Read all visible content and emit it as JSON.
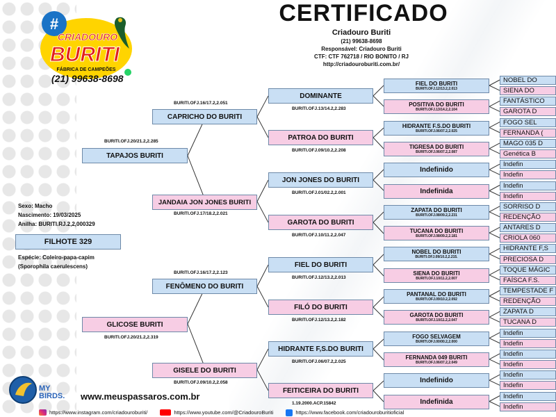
{
  "title": "CERTIFICADO",
  "breeder": {
    "name": "Criadouro Buriti",
    "phone": "(21) 99638-8698",
    "responsible": "Responsável: Criadouro Buriti",
    "ctf": "CTF: CTF 762718 / RIO BONITO / RJ",
    "site": "http://criadouroburiti.com.br/"
  },
  "logo": {
    "top": "CRIADOURO",
    "main": "BURITI",
    "tagline": "FÁBRICA DE CAMPEÕES",
    "phone": "(21) 99638-8698",
    "hash": "#"
  },
  "subject": {
    "sex": "Sexo: Macho",
    "birth": "Nascimento: 19/03/2025",
    "ring": "Anilha: BURITI.RJ.2,2,000329",
    "name": "FILHOTE 329",
    "species": "Espécie: Coleiro-papa-capim",
    "scientific": "(Sporophila caerulescens)"
  },
  "gen1": [
    {
      "name": "TAPAJOS BURITI",
      "code": "BURITI.OFJ.20/21.2,2.285",
      "sex": "m"
    },
    {
      "name": "GLICOSE BURITI",
      "code": "BURITI.OFJ.20/21.2,2.319",
      "sex": "f"
    }
  ],
  "gen2": [
    {
      "name": "CAPRICHO DO BURITI",
      "code": "BURITI.OFJ.16/17.2,2.051",
      "sex": "m"
    },
    {
      "name": "JANDAIA JON JONES BURITI",
      "code": "BURITI.OFJ.17/18.2,2.021",
      "sex": "f"
    },
    {
      "name": "FENÔMENO DO BURITI",
      "code": "BURITI.OFJ.16/17.2,2.123",
      "sex": "m"
    },
    {
      "name": "GISELE DO BURITI",
      "code": "BURITI.OFJ.09/10.2,2.058",
      "sex": "f"
    }
  ],
  "gen3": [
    {
      "name": "DOMINANTE",
      "code": "BURITI.OFJ.13/14.2,2.283",
      "sex": "m"
    },
    {
      "name": "PATROA DO BURITI",
      "code": "BURITI.OFJ.09/10.2,2.208",
      "sex": "f"
    },
    {
      "name": "JON JONES DO BURITI",
      "code": "BURITI.OFJ.01/02.2,2.001",
      "sex": "m"
    },
    {
      "name": "GAROTA DO BURITI",
      "code": "BURITI.OFJ.10/11.2,2.047",
      "sex": "f"
    },
    {
      "name": "FIEL DO BURITI",
      "code": "BURITI.OFJ.12/13.2,2.013",
      "sex": "m"
    },
    {
      "name": "FILÓ DO BURITI",
      "code": "BURITI.OFJ.12/13.2,2.182",
      "sex": "f"
    },
    {
      "name": "HIDRANTE F,S.DO BURITI",
      "code": "BURITI.OFJ.06/07.2,2.025",
      "sex": "m"
    },
    {
      "name": "FEITICEIRA DO BURITI",
      "code": "1.19.2000.ACP.15842",
      "sex": "f"
    }
  ],
  "gen4": [
    {
      "name": "FIEL DO BURITI",
      "code": "BURITI.OFJ.12/13.2,2.013",
      "sex": "m"
    },
    {
      "name": "POSITIVA DO BURITI",
      "code": "BURITI.OFJ.13/14.2,2.104",
      "sex": "f"
    },
    {
      "name": "HIDRANTE F.S.DO BURITI",
      "code": "BURITI.OFJ.06/07.2,2.025",
      "sex": "m"
    },
    {
      "name": "TIGRESA DO BURITI",
      "code": "BURITI.OFJ.06/07.2,2.087",
      "sex": "f"
    },
    {
      "name": "Indefinido",
      "code": "",
      "sex": "m"
    },
    {
      "name": "Indefinida",
      "code": "",
      "sex": "f"
    },
    {
      "name": "ZAPATA DO BURITI",
      "code": "BURITI.OFJ.08/09.2,2.231",
      "sex": "m"
    },
    {
      "name": "TUCANA DO BURITI",
      "code": "BURITI.OFJ.08/09.2,2.181",
      "sex": "f"
    },
    {
      "name": "NOBEL DO BURITI",
      "code": "BURITI.OFJ.09/10.2,2.215.",
      "sex": "m"
    },
    {
      "name": "SIENA DO BURITI",
      "code": "BURITI.OFJ.10/11.2,2.007",
      "sex": "f"
    },
    {
      "name": "PANTANAL DO BURITI",
      "code": "BURITI.OFJ.09/10.2,2.092",
      "sex": "m"
    },
    {
      "name": "GAROTA DO BURITI",
      "code": "BURITI.OFJ.10/11.2,2.047",
      "sex": "f"
    },
    {
      "name": "FOGO SELVAGEM",
      "code": "BURITI.OFJ.00/00.2,2.000",
      "sex": "m"
    },
    {
      "name": "FERNANDA 049 BURITI",
      "code": "BURITI.OFJ.06/07.2,2.049",
      "sex": "f"
    },
    {
      "name": "Indefinido",
      "code": "",
      "sex": "m"
    },
    {
      "name": "Indefinida",
      "code": "",
      "sex": "f"
    }
  ],
  "gen5": [
    {
      "name": "NOBEL DO",
      "sex": "m"
    },
    {
      "name": "SIENA DO",
      "sex": "f"
    },
    {
      "name": "FANTÁSTICO",
      "sex": "m"
    },
    {
      "name": "GAROTA D",
      "sex": "f"
    },
    {
      "name": "FOGO SEL",
      "sex": "m"
    },
    {
      "name": "FERNANDA (",
      "sex": "f"
    },
    {
      "name": "MAGO 035 D",
      "sex": "m"
    },
    {
      "name": "Genética B",
      "sex": "f"
    },
    {
      "name": "Indefin",
      "sex": "m"
    },
    {
      "name": "Indefin",
      "sex": "f"
    },
    {
      "name": "Indefin",
      "sex": "m"
    },
    {
      "name": "Indefin",
      "sex": "f"
    },
    {
      "name": "SORRISO D",
      "sex": "m"
    },
    {
      "name": "REDENÇÃO",
      "sex": "f"
    },
    {
      "name": "ANTARES D",
      "sex": "m"
    },
    {
      "name": "CRIOLA 060",
      "sex": "f"
    },
    {
      "name": "HIDRANTE F,S",
      "sex": "m"
    },
    {
      "name": "PRECIOSA D",
      "sex": "f"
    },
    {
      "name": "TOQUE MÁGIC",
      "sex": "m"
    },
    {
      "name": "FAÍSCA F.S.",
      "sex": "f"
    },
    {
      "name": "TEMPESTADE F",
      "sex": "m"
    },
    {
      "name": "REDENÇÃO",
      "sex": "f"
    },
    {
      "name": "ZAPATA D",
      "sex": "m"
    },
    {
      "name": "TUCANA D",
      "sex": "f"
    },
    {
      "name": "Indefin",
      "sex": "m"
    },
    {
      "name": "Indefin",
      "sex": "f"
    },
    {
      "name": "Indefin",
      "sex": "m"
    },
    {
      "name": "Indefin",
      "sex": "f"
    },
    {
      "name": "Indefin",
      "sex": "m"
    },
    {
      "name": "Indefin",
      "sex": "f"
    },
    {
      "name": "Indefin",
      "sex": "m"
    },
    {
      "name": "Indefin",
      "sex": "f"
    }
  ],
  "footer": {
    "brand_top": "MY",
    "brand_bottom": "BIRDS.",
    "website": "www.meuspassaros.com.br",
    "instagram": "https://www.instagram.com/criadouroburiti/",
    "youtube": "https://www.youtube.com/@CriadouroBuriti",
    "facebook": "https://www.facebook.com/criadouroburitioficial"
  },
  "colors": {
    "male": "#c9dff4",
    "female": "#f7cde4",
    "border": "#6d89a8",
    "logo_red": "#e32018",
    "logo_yellow": "#ffd400",
    "logo_blue": "#1a73c6"
  }
}
